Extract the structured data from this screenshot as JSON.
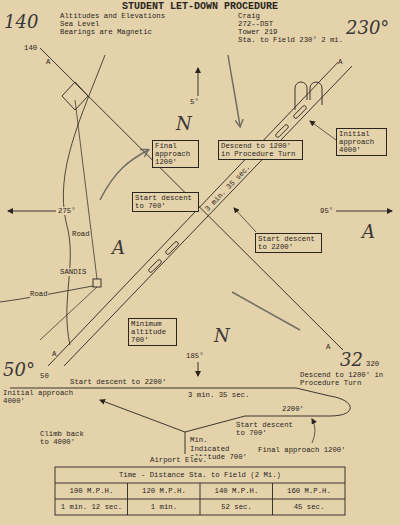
{
  "diagram": {
    "title": "STUDENT LET-DOWN PROCEDURE",
    "nodes": [
      {
        "text": [
          "Descend to 1200' in Procedure Turn"
        ]
      },
      {
        "text": [
          "Initial approach 4000'"
        ]
      },
      {
        "text": [
          "Final approach 1200'"
        ]
      },
      {
        "text": [
          "Start descent to 700'"
        ]
      },
      {
        "text": [
          "Start descent to 2200'"
        ]
      },
      {
        "text": [
          "Minimum altitude 700'"
        ]
      }
    ],
    "labels": [
      "Altitudes and Elevations",
      "Sea Level",
      "Bearings are Magnetic",
      "Craig",
      "272--DST",
      "Tower 219",
      "Sta. to Field 230° 2 mi.",
      "140",
      "A",
      "5°",
      "275°",
      "95°",
      "Road",
      "SANDIS",
      "Road",
      "185°",
      "3 min. 35 sec.",
      "A",
      "50",
      "A",
      "320",
      "A",
      "Start descent to 2200'",
      "Initial approach 4000'",
      "3 min. 35 sec.",
      "Descend to 1200' in Procedure Turn",
      "2200'",
      "Start descent to 700'",
      "Min.",
      "Indicated altitude 700'",
      "Airport Elev.",
      "Climb back to 4000'",
      "Final approach 1200'",
      "Time - Distance Sta. to Field (2 Mi.)",
      "100 M.P.H.",
      "120 M.P.H.",
      "140 M.P.H.",
      "160 M.P.H.",
      "1 min. 12 sec.",
      "1 min.",
      "52 sec.",
      "45 sec.",
      "140",
      "230°",
      "50°",
      "32",
      "N",
      "N",
      "A",
      "A"
    ]
  }
}
